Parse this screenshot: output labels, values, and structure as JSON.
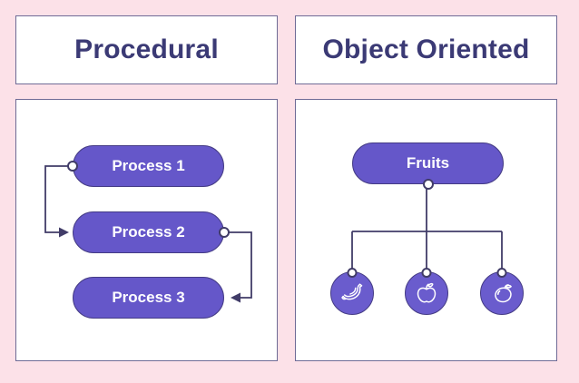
{
  "diagram": {
    "type": "comparison-diagram",
    "colors": {
      "background": "#fce1e8",
      "node_purple": "#6557c9",
      "node_border": "#453c85",
      "connector": "#413c68",
      "header_text": "#3b3a75",
      "box_border": "#6f6b96",
      "node_text": "#ffffff"
    },
    "panels": {
      "procedural": {
        "title": "Procedural",
        "processes": [
          "Process 1",
          "Process 2",
          "Process 3"
        ],
        "flow": "Process 1 -> Process 2 -> Process 3"
      },
      "object_oriented": {
        "title": "Object Oriented",
        "root": "Fruits",
        "children": [
          "banana",
          "apple",
          "mango"
        ]
      }
    }
  }
}
